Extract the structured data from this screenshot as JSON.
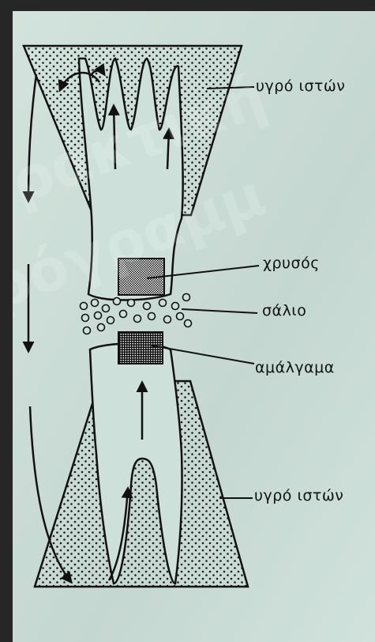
{
  "labels": {
    "upper_tissue": "υγρό ιστών",
    "gold": "χρυσός",
    "saliva": "σάλιο",
    "amalgam": "αμάλγαμα",
    "lower_tissue": "υγρό ιστών"
  },
  "watermark": [
    "ρακτική",
    "ρόγραμμ"
  ],
  "colors": {
    "background": "#cde0d9",
    "frame": "#262626",
    "ink": "#111111"
  }
}
